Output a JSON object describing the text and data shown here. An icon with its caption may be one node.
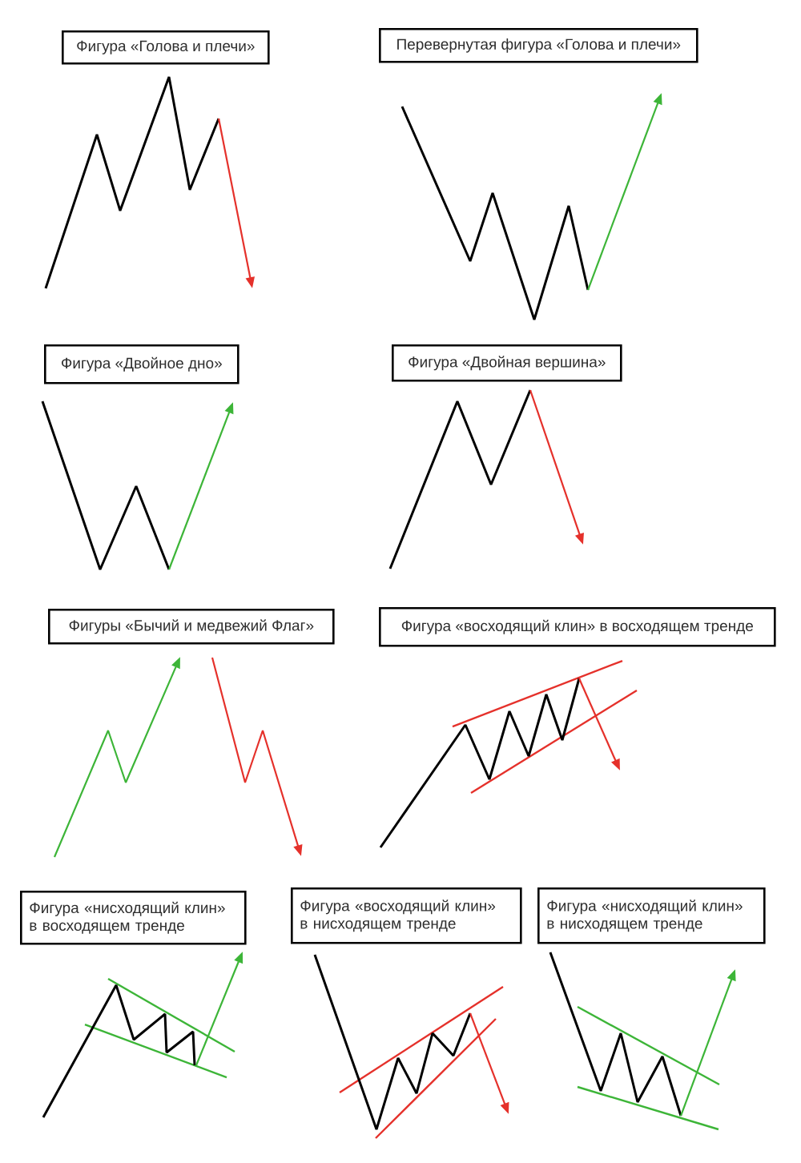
{
  "diagram": {
    "nodes": [
      {
        "text": [
          "Фигура «Голова и плечи»"
        ]
      },
      {
        "text": [
          "Перевернутая фигура «Голова и плечи»"
        ]
      },
      {
        "text": [
          "Фигура «Двойное дно»"
        ]
      },
      {
        "text": [
          "Фигура «Двойная вершина»"
        ]
      },
      {
        "text": [
          "Фигуры «Бычий и медвежий Флаг»"
        ]
      },
      {
        "text": [
          "Фигура «восходящий клин» в восходящем тренде"
        ]
      },
      {
        "text": [
          "Фигура «нисходящий клин» в восходящем тренде"
        ]
      },
      {
        "text": [
          "Фигура «восходящий клин» в нисходящем тренде"
        ]
      },
      {
        "text": [
          "Фигура «нисходящий клин» в нисходящем тренде"
        ]
      }
    ]
  }
}
